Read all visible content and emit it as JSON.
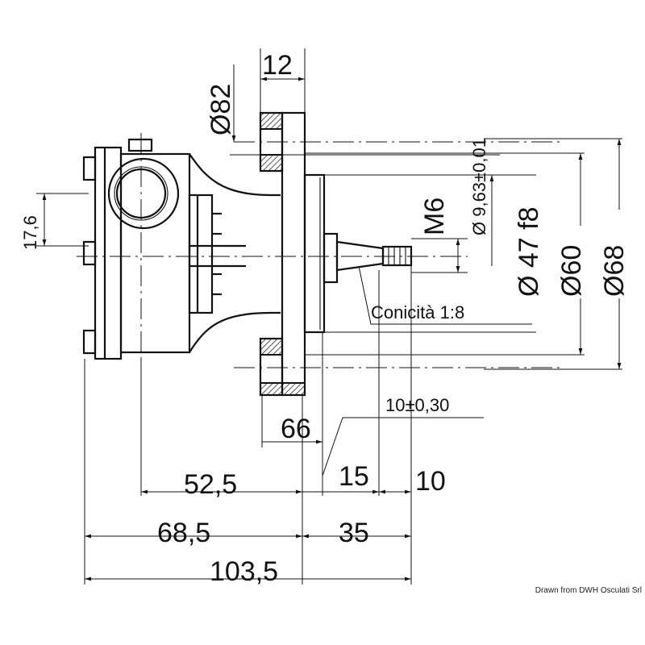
{
  "dimensions": {
    "flange_bolt_circle": "Ø82",
    "flange_thickness": "12",
    "shaft_tolerance": "Ø 9,63±0,01",
    "thread": "M6",
    "pilot_diameter": "Ø 47 f8",
    "diameter_60": "Ø60",
    "diameter_68": "Ø68",
    "port_offset": "17,6",
    "taper": "Conicità 1:8",
    "shaft_length_tolerance": "10±0,30",
    "dim_66": "66",
    "dim_52_5": "52,5",
    "dim_15": "15",
    "dim_10": "10",
    "dim_68_5": "68,5",
    "dim_35": "35",
    "overall_length": "103,5"
  },
  "credit": "Drawn from DWH Osculati Srl"
}
